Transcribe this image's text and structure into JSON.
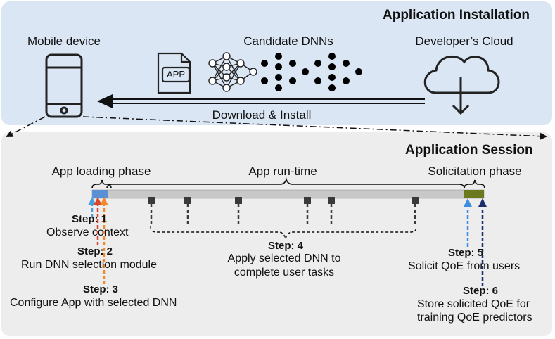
{
  "install": {
    "title": "Application Installation",
    "mobile_label": "Mobile device",
    "dnn_label": "Candidate DNNs",
    "cloud_label": "Developer’s Cloud",
    "app_icon_text": "APP",
    "download_label": "Download & Install"
  },
  "session": {
    "title": "Application Session",
    "phase_loading": "App loading phase",
    "phase_runtime": "App run-time",
    "phase_solicit": "Solicitation phase"
  },
  "steps": {
    "s1_title": "Step: 1",
    "s1_text": "Observe context",
    "s2_title": "Step: 2",
    "s2_text": "Run  DNN selection module",
    "s3_title": "Step: 3",
    "s3_text": "Configure App with selected DNN",
    "s4_title": "Step: 4",
    "s4_line1": "Apply selected DNN  to",
    "s4_line2": "complete user tasks",
    "s5_title": "Step: 5",
    "s5_text": "Solicit QoE from users",
    "s6_title": "Step: 6",
    "s6_line1": "Store solicited QoE for",
    "s6_line2": "training QoE predictors"
  },
  "colors": {
    "install_bg": "#dbe6f5",
    "session_bg": "#ededed",
    "timeline": "#c8c8c8",
    "step1": "#4a9fd8",
    "step2": "#d9442a",
    "step3": "#f08a2c",
    "step5": "#3e8ee0",
    "step6": "#1a2f6e",
    "solicit_block": "#6b7a1e"
  }
}
